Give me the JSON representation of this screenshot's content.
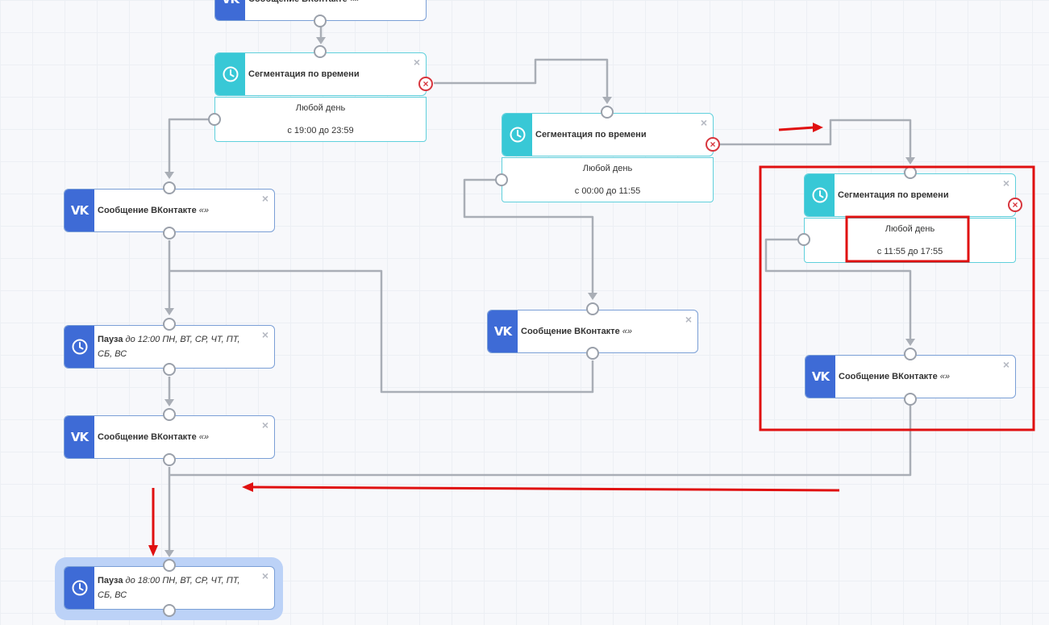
{
  "colors": {
    "vk_stripe": "#3e6bd6",
    "segment_stripe": "#38c8d6",
    "wire": "#a9aeb6",
    "error": "#d7353d",
    "annotation_red": "#e01010",
    "selected_halo": "#bcd2f7"
  },
  "icons": {
    "vk": "vk-logo-icon",
    "clock": "clock-icon",
    "close": "close-icon",
    "error": "error-x-icon"
  },
  "nodes": {
    "vk_top": {
      "title": "Сообщение ВКонтакте",
      "suffix": "«»",
      "close": "×"
    },
    "seg1": {
      "title": "Сегментация по времени",
      "day": "Любой день",
      "time": "с 19:00 до 23:59",
      "close": "×"
    },
    "seg2": {
      "title": "Сегментация по времени",
      "day": "Любой день",
      "time": "с 00:00 до 11:55",
      "close": "×"
    },
    "seg3": {
      "title": "Сегментация по времени",
      "day": "Любой день",
      "time": "с 11:55 до 17:55",
      "close": "×"
    },
    "vk1": {
      "title": "Сообщение ВКонтакте",
      "suffix": "«»",
      "close": "×"
    },
    "vk2": {
      "title": "Сообщение ВКонтакте",
      "suffix": "«»",
      "close": "×"
    },
    "vk3": {
      "title": "Сообщение ВКонтакте",
      "suffix": "«»",
      "close": "×"
    },
    "vk4": {
      "title": "Сообщение ВКонтакте",
      "suffix": "«»",
      "close": "×"
    },
    "pause1": {
      "title": "Пауза",
      "detail": "до 12:00 ПН, ВТ, СР, ЧТ, ПТ, СБ, ВС",
      "close": "×"
    },
    "pause2": {
      "title": "Пауза",
      "detail": "до 18:00 ПН, ВТ, СР, ЧТ, ПТ, СБ, ВС",
      "close": "×"
    }
  }
}
